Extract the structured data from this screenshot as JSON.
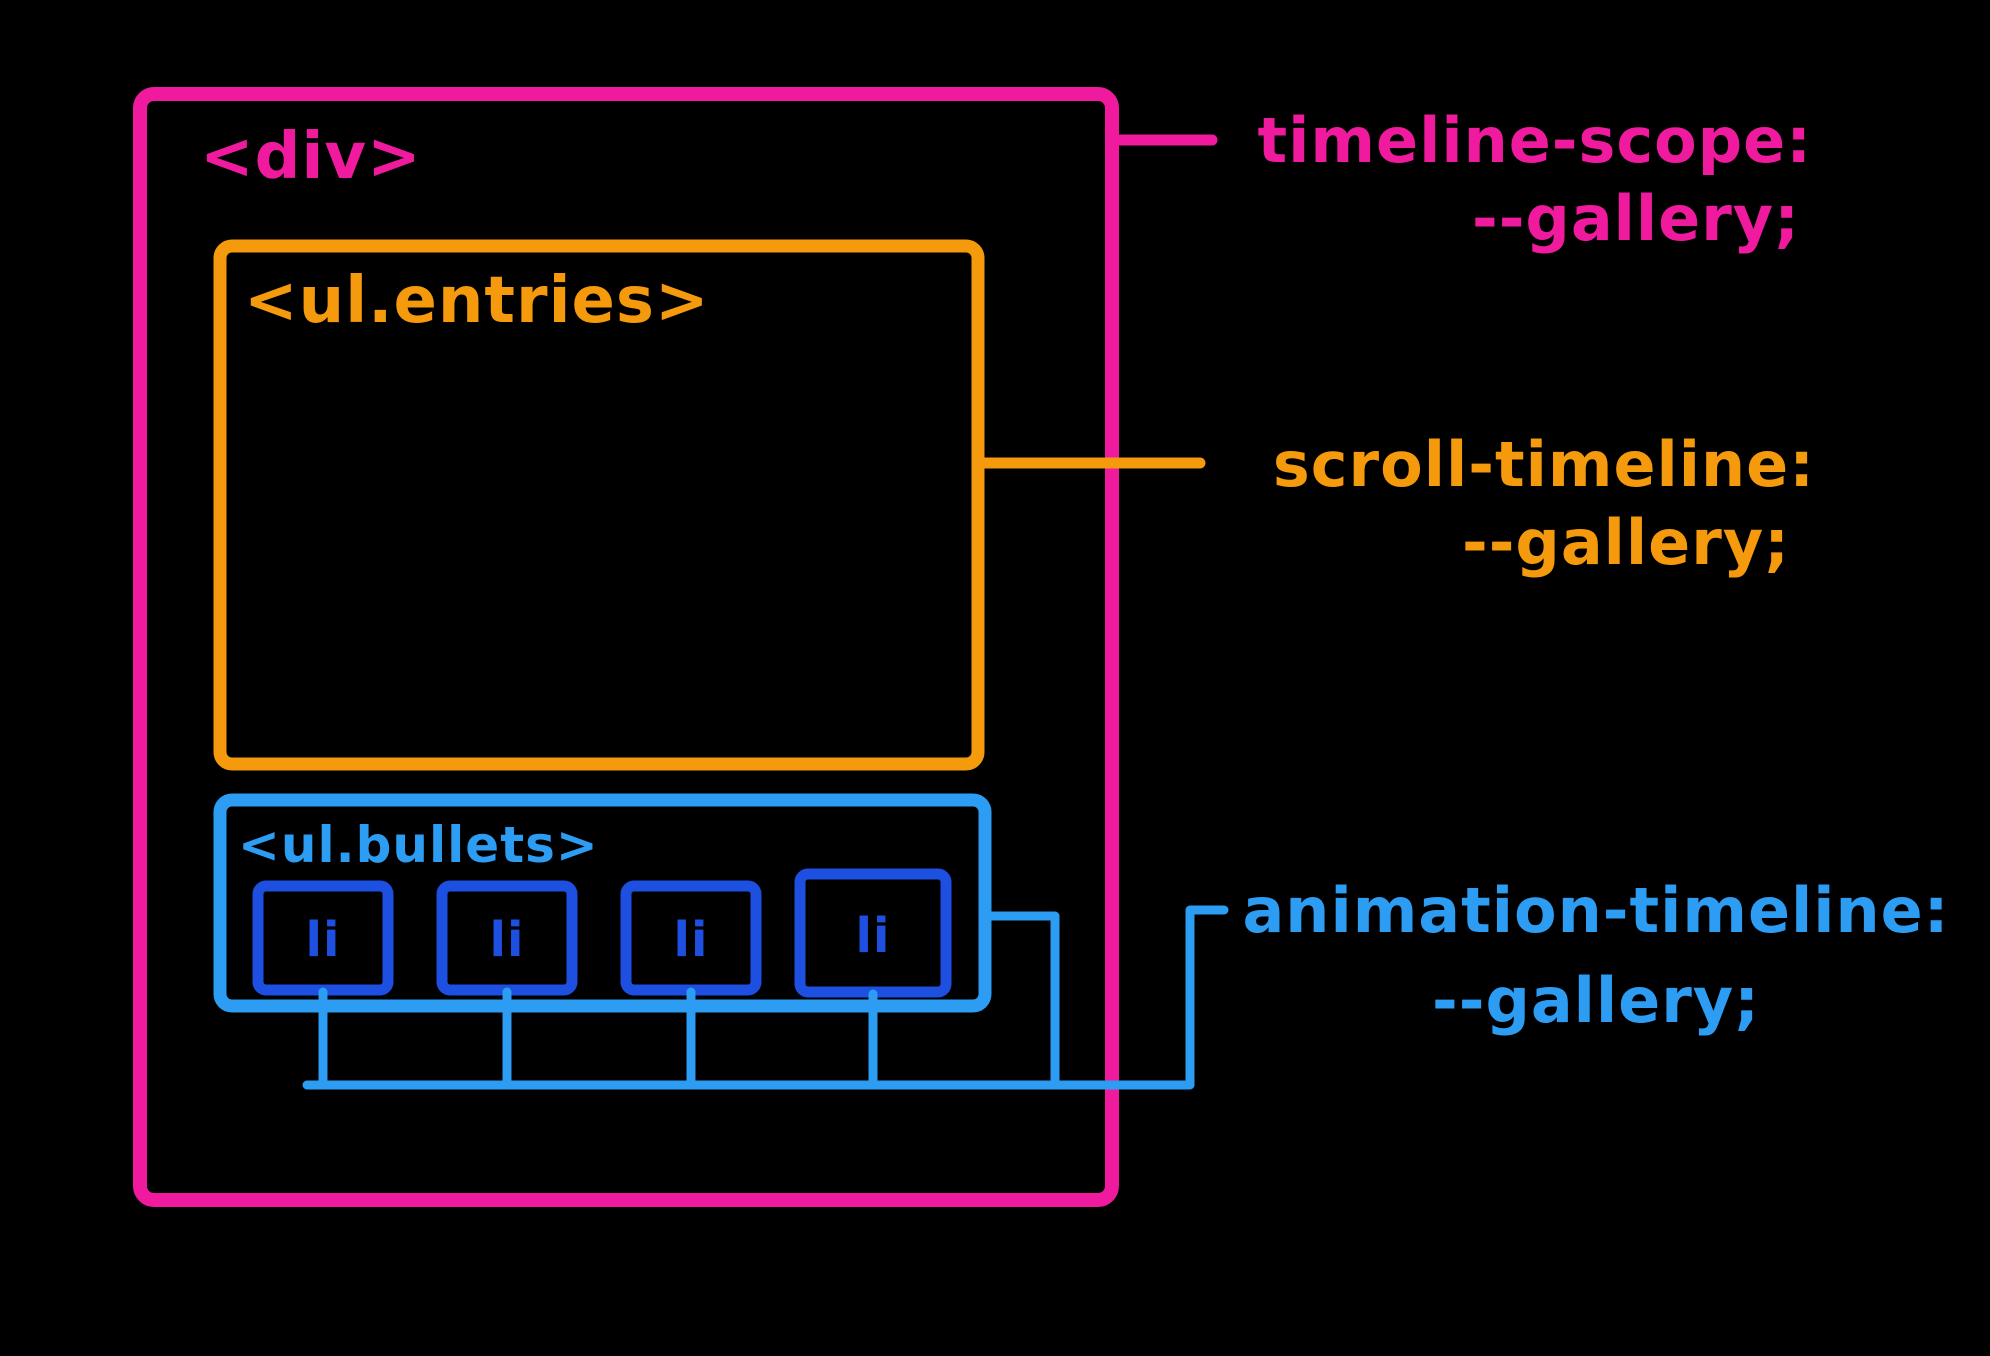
{
  "canvas": {
    "background": "#000000"
  },
  "colors": {
    "bg": "#000000",
    "pink": "#f01a9e",
    "orange": "#f49a0c",
    "blue": "#2d9df4",
    "royal": "#1d4fe0"
  },
  "diagram": {
    "outer_box_label": "<div>",
    "entries_box_label": "<ul.entries>",
    "bullets_box_label": "<ul.bullets>",
    "list_items": [
      "li",
      "li",
      "li",
      "li"
    ],
    "annotations": {
      "timeline_scope": {
        "line1": "timeline-scope:",
        "line2": "--gallery;"
      },
      "scroll_timeline": {
        "line1": "scroll-timeline:",
        "line2": "--gallery;"
      },
      "animation_timeline": {
        "line1": "animation-timeline:",
        "line2": "--gallery;"
      }
    }
  }
}
